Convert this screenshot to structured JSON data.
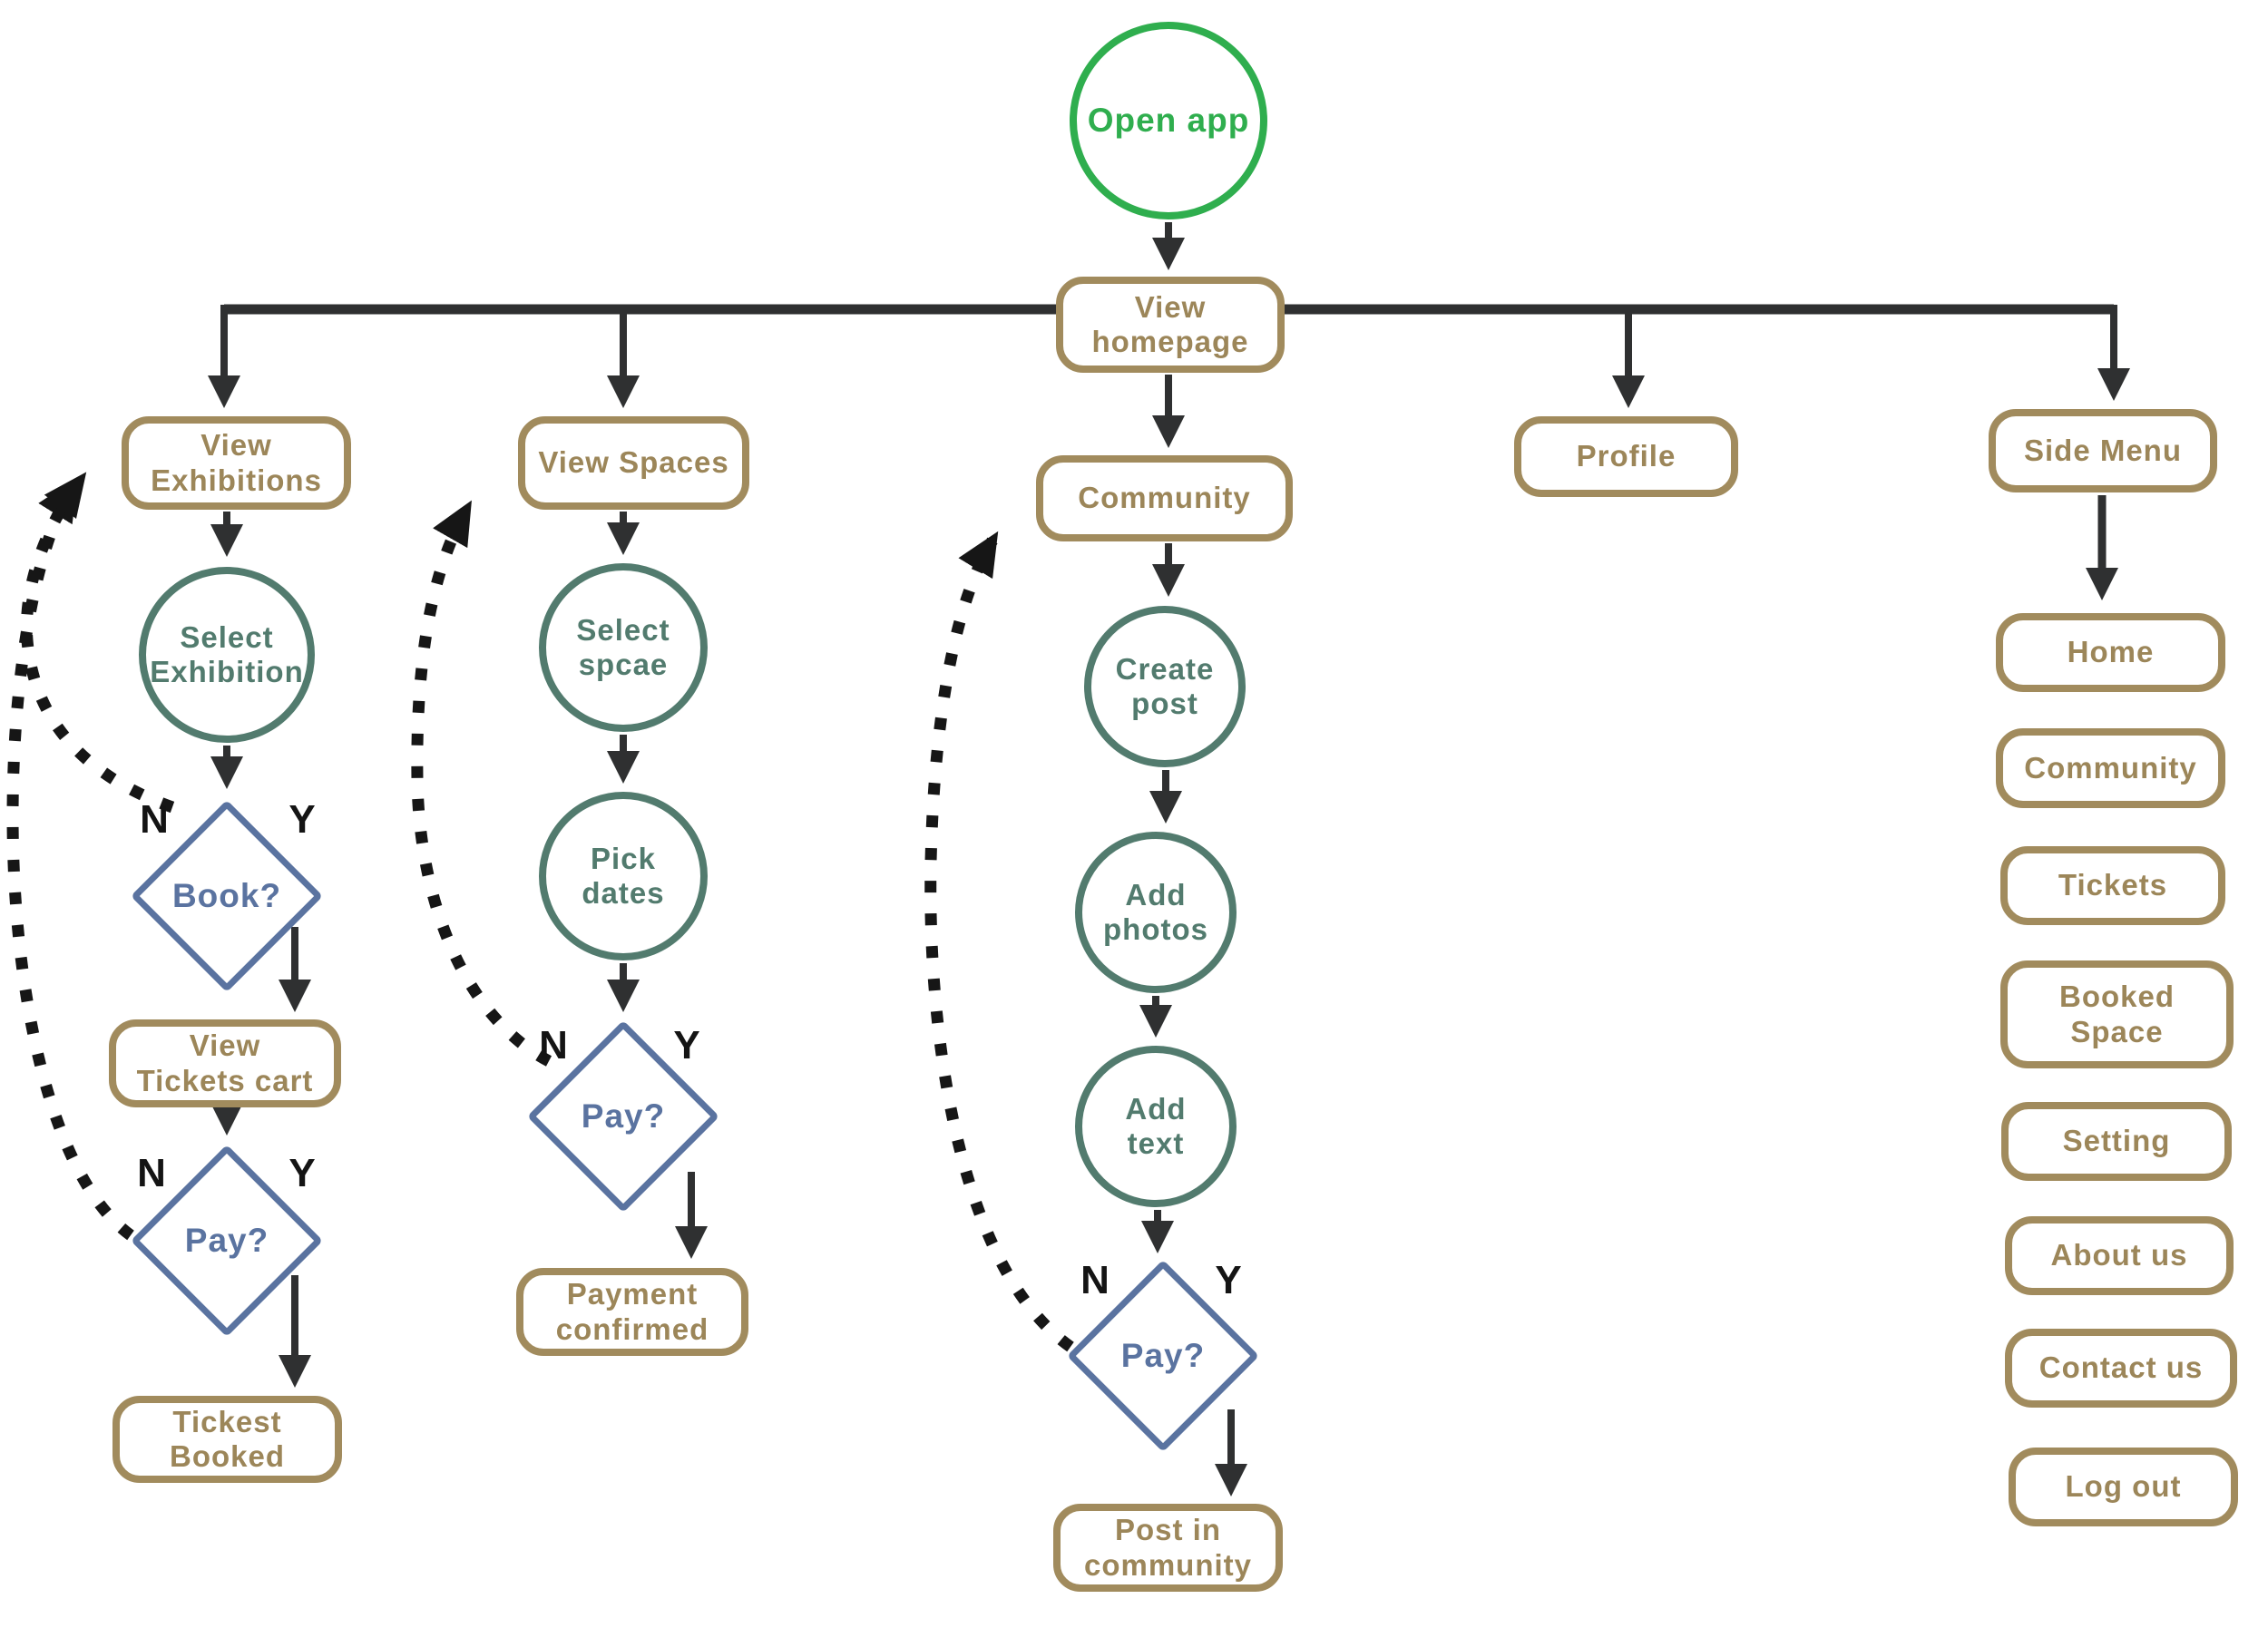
{
  "colors": {
    "start_green": "#2fae4e",
    "screen_tan": "#a18b5d",
    "screen_tan_text": "#9c8659",
    "action_teal": "#527b6e",
    "decision_blue": "#5a73a0",
    "arrow_dark": "#2f3031",
    "loop_dotted_black": "#161616"
  },
  "start": {
    "label": "Open app"
  },
  "homepage": {
    "label": "View\nhomepage"
  },
  "exhibitions": {
    "entry": "View\nExhibitions",
    "select": "Select\nExhibition",
    "book_decision": "Book?",
    "book_no": "N",
    "book_yes": "Y",
    "cart": "View\nTickets cart",
    "pay_decision": "Pay?",
    "pay_no": "N",
    "pay_yes": "Y",
    "booked": "Tickest\nBooked"
  },
  "spaces": {
    "entry": "View Spaces",
    "select": "Select\nspcae",
    "pick_dates": "Pick\ndates",
    "pay_decision": "Pay?",
    "pay_no": "N",
    "pay_yes": "Y",
    "confirmed": "Payment\nconfirmed"
  },
  "community": {
    "entry": "Community",
    "create_post": "Create\npost",
    "add_photos": "Add\nphotos",
    "add_text": "Add\ntext",
    "pay_decision": "Pay?",
    "pay_no": "N",
    "pay_yes": "Y",
    "posted": "Post in\ncommunity"
  },
  "profile": {
    "entry": "Profile"
  },
  "side_menu": {
    "entry": "Side Menu",
    "items": [
      "Home",
      "Community",
      "Tickets",
      "Booked\nSpace",
      "Setting",
      "About us",
      "Contact us",
      "Log out"
    ]
  }
}
